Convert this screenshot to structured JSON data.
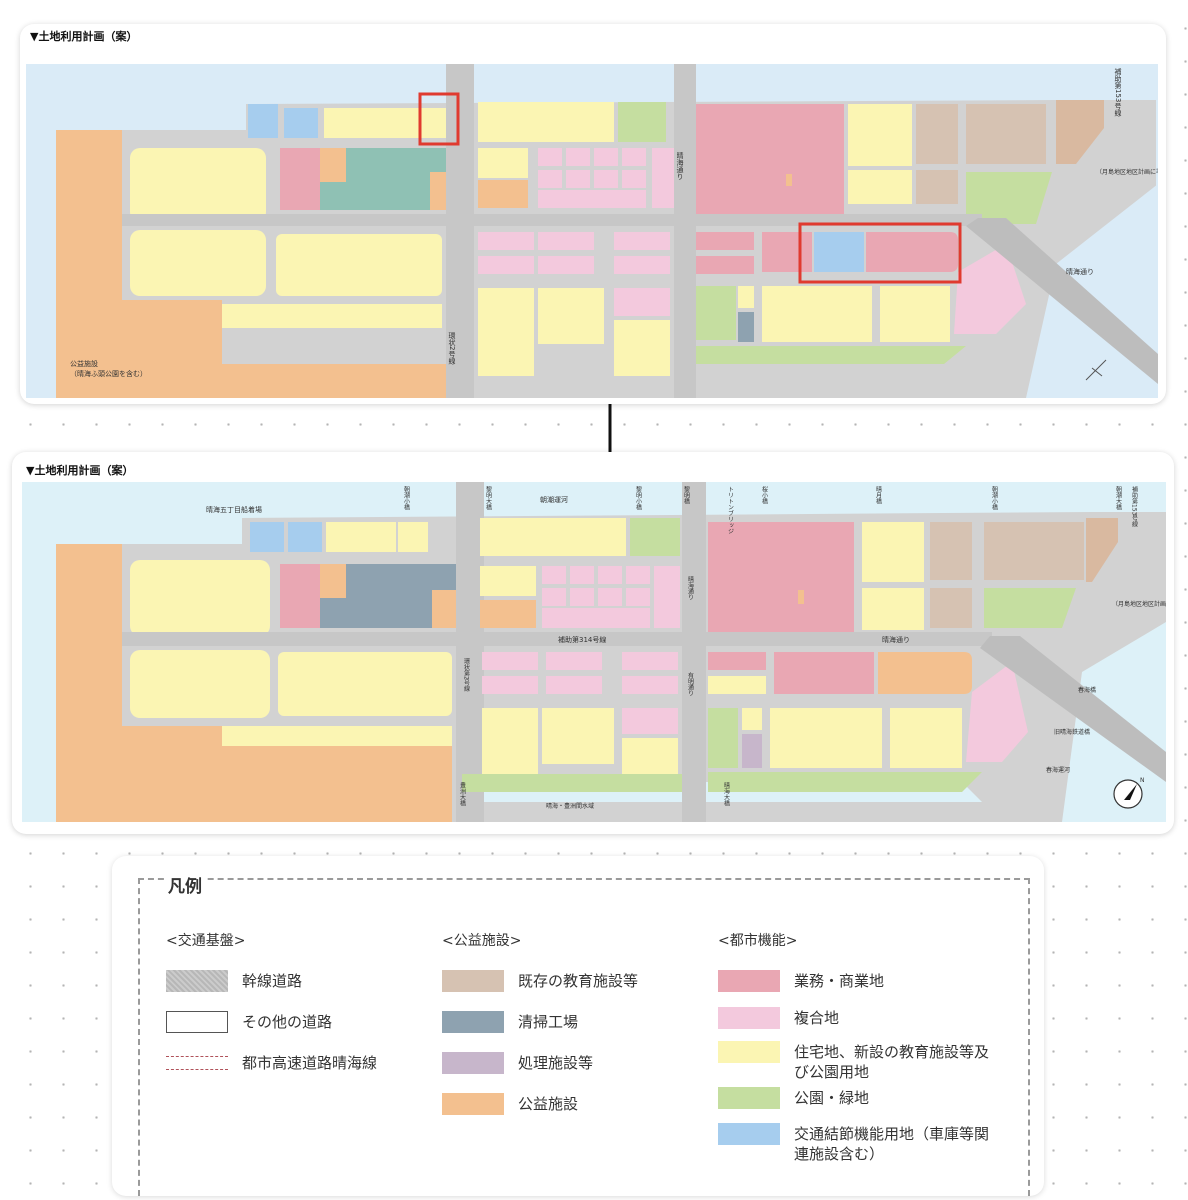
{
  "top_map": {
    "title": "▼土地利用計画（案）",
    "labels": {
      "public_facility": "公益施設",
      "public_facility_sub": "（晴海ふ頭公園を含む）",
      "ring2": "環状2号線",
      "harumi_dori": "晴海通り",
      "harumi_dori_road": "晴海通り",
      "hojo153": "補助第153号線",
      "tsukishima": "（月島地区地区計画に準じる）"
    }
  },
  "bottom_map": {
    "title": "▼土地利用計画（案）",
    "labels": {
      "pier": "晴海五丁目船着場",
      "asashio_kobashi_1": "朝潮小橋",
      "reimei_ohashi": "黎明大橋",
      "asashio_unga": "朝潮運河",
      "reimei_kobashi": "黎明小橋",
      "reimei_bashi": "黎明橋",
      "triton_bridge": "トリトンブリッジ",
      "sakura_kobashi": "桜小橋",
      "harumi_bashi": "晴月橋",
      "asashio_kobashi_2": "朝潮小橋",
      "asashio_ohashi": "朝潮大橋",
      "hojo153": "補助第153号線",
      "tsukishima": "（月島地区地区計画に準じる）",
      "hojo314": "補助第314号線",
      "harumi_dori_v": "晴海通り",
      "harumi_dori_h": "晴海通り",
      "ring2": "環状第2号線",
      "ariake_dori": "有明通り",
      "kachidoki_bashi": "春海橋",
      "old_harumi_rail": "旧晴海鉄道橋",
      "harumi_unga": "春海運河",
      "toyosu_ohashi": "豊洲大橋",
      "harumi_toyosu_water": "晴海・豊洲間水域",
      "harumi_ohashi": "晴海大橋"
    }
  },
  "legend": {
    "title": "凡例",
    "columns": [
      {
        "title": "<交通基盤>",
        "items": [
          {
            "label": "幹線道路",
            "swatch": "arterial"
          },
          {
            "label": "その他の道路",
            "swatch": "other-road"
          },
          {
            "label": "都市高速道路晴海線",
            "swatch": "expressway"
          }
        ]
      },
      {
        "title": "<公益施設>",
        "items": [
          {
            "label": "既存の教育施設等",
            "swatch": "#d6c2b2"
          },
          {
            "label": "清掃工場",
            "swatch": "#8ea2b0"
          },
          {
            "label": "処理施設等",
            "swatch": "#c7b6cb"
          },
          {
            "label": "公益施設",
            "swatch": "#f3c08f"
          }
        ]
      },
      {
        "title": "<都市機能>",
        "items": [
          {
            "label": "業務・商業地",
            "swatch": "#e9a7b3"
          },
          {
            "label": "複合地",
            "swatch": "#f3c9dd"
          },
          {
            "label": "住宅地、新設の教育施設等及び公園用地",
            "swatch": "#fbf5b3"
          },
          {
            "label": "公園・緑地",
            "swatch": "#c5dea0"
          },
          {
            "label": "交通結節機能用地（車庫等関連施設含む）",
            "swatch": "#a6cdee"
          }
        ]
      }
    ]
  },
  "colors": {
    "water": "#daebf7",
    "road": "#d2d2d2",
    "commercial": "#e9a7b3",
    "mixed": "#f3c9dd",
    "residential": "#fbf5b3",
    "park": "#c5dea0",
    "transit": "#a6cdee",
    "education": "#d6c2b2",
    "cleaning": "#8ea2b0",
    "treatment": "#c7b6cb",
    "public": "#f3c08f",
    "highlight": "#e03a2f"
  }
}
